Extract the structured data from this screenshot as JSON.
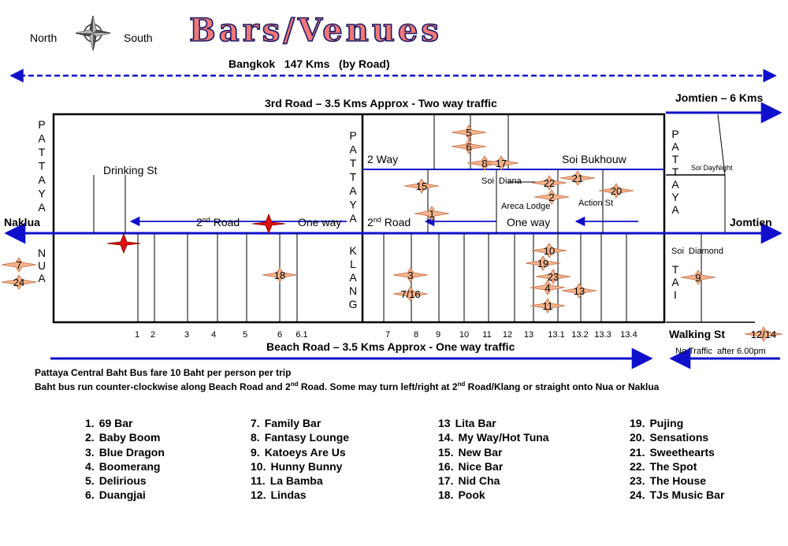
{
  "header": {
    "title": "Bars/Venues",
    "north": "North",
    "south": "South",
    "bangkok": "Bangkok   147 Kms   (by Road)"
  },
  "roads": {
    "third_road": "3rd Road – 3.5 Kms Approx - Two way traffic",
    "beach_road": "Beach Road – 3.5 Kms Approx - One way traffic",
    "jomtien_dist": "Jomtien – 6 Kms",
    "naklua": "Naklua",
    "jomtien": "Jomtien",
    "drinking_st": "Drinking St",
    "second_road_left": "2nd Road",
    "one_way_left": "One way",
    "two_way": "2 Way",
    "second_road_right": "2nd Road",
    "one_way_right": "One way",
    "soi_bukhouw": "Soi Bukhouw",
    "soi_diana": "Soi  Diana",
    "areca_lodge": "Areca Lodge",
    "action_st": "Action St",
    "soi_daynight": "Soi DayNight",
    "soi_diamond": "Soi  Diamond",
    "walking_st": "Walking St",
    "walking_num": "12/14",
    "no_traffic": "No Traffic  after 6.00pm",
    "pattaya_nua_vertical": "PATTAYA",
    "nua_vertical": "NUA",
    "pattaya_klang_vertical": "PATTAYA",
    "klang_vertical": "KLANG",
    "pattaya_tai_vertical": "PATTAYA",
    "tai_vertical": "TAI"
  },
  "soi_numbers": [
    "1",
    "2",
    "3",
    "4",
    "5",
    "6",
    "6.1",
    "7",
    "8",
    "9",
    "10",
    "11",
    "12",
    "13",
    "13.1",
    "13.2",
    "13.3",
    "13.4"
  ],
  "markers": [
    {
      "label": "5"
    },
    {
      "label": "6"
    },
    {
      "label": "8"
    },
    {
      "label": "17"
    },
    {
      "label": "15"
    },
    {
      "label": "22"
    },
    {
      "label": "21"
    },
    {
      "label": "20"
    },
    {
      "label": "2"
    },
    {
      "label": "1"
    },
    {
      "label": "10"
    },
    {
      "label": "19"
    },
    {
      "label": "3"
    },
    {
      "label": "23"
    },
    {
      "label": "4"
    },
    {
      "label": "13"
    },
    {
      "label": "7/16"
    },
    {
      "label": "11"
    },
    {
      "label": "18"
    },
    {
      "label": "9"
    },
    {
      "label": "7"
    },
    {
      "label": "24"
    }
  ],
  "notes": {
    "fare": "Pattaya Central Baht Bus fare 10 Baht per person per trip",
    "route": "Baht bus run counter-clockwise along Beach Road and 2nd Road. Some may turn left/right at 2nd Road/Klang or straight onto Nua or Naklua"
  },
  "legend": [
    {
      "num": "1.",
      "name": "69 Bar"
    },
    {
      "num": "2.",
      "name": "Baby Boom"
    },
    {
      "num": "3.",
      "name": "Blue Dragon"
    },
    {
      "num": "4.",
      "name": "Boomerang"
    },
    {
      "num": "5.",
      "name": "Delirious"
    },
    {
      "num": "6.",
      "name": "Duangjai"
    },
    {
      "num": "7.",
      "name": "Family Bar"
    },
    {
      "num": "8.",
      "name": "Fantasy Lounge"
    },
    {
      "num": "9.",
      "name": "Katoeys Are Us"
    },
    {
      "num": "10.",
      "name": "Hunny Bunny"
    },
    {
      "num": "11.",
      "name": "La Bamba"
    },
    {
      "num": "12.",
      "name": "Lindas"
    },
    {
      "num": "13",
      "name": "Lita Bar"
    },
    {
      "num": "14.",
      "name": "My Way/Hot Tuna"
    },
    {
      "num": "15.",
      "name": "New Bar"
    },
    {
      "num": "16.",
      "name": "Nice Bar"
    },
    {
      "num": "17.",
      "name": "Nid Cha"
    },
    {
      "num": "18.",
      "name": "Pook"
    },
    {
      "num": "19.",
      "name": "Pujing"
    },
    {
      "num": "20.",
      "name": "Sensations"
    },
    {
      "num": "21.",
      "name": "Sweethearts"
    },
    {
      "num": "22.",
      "name": "The Spot"
    },
    {
      "num": "23.",
      "name": "The House"
    },
    {
      "num": "24.",
      "name": "TJs Music Bar"
    }
  ]
}
